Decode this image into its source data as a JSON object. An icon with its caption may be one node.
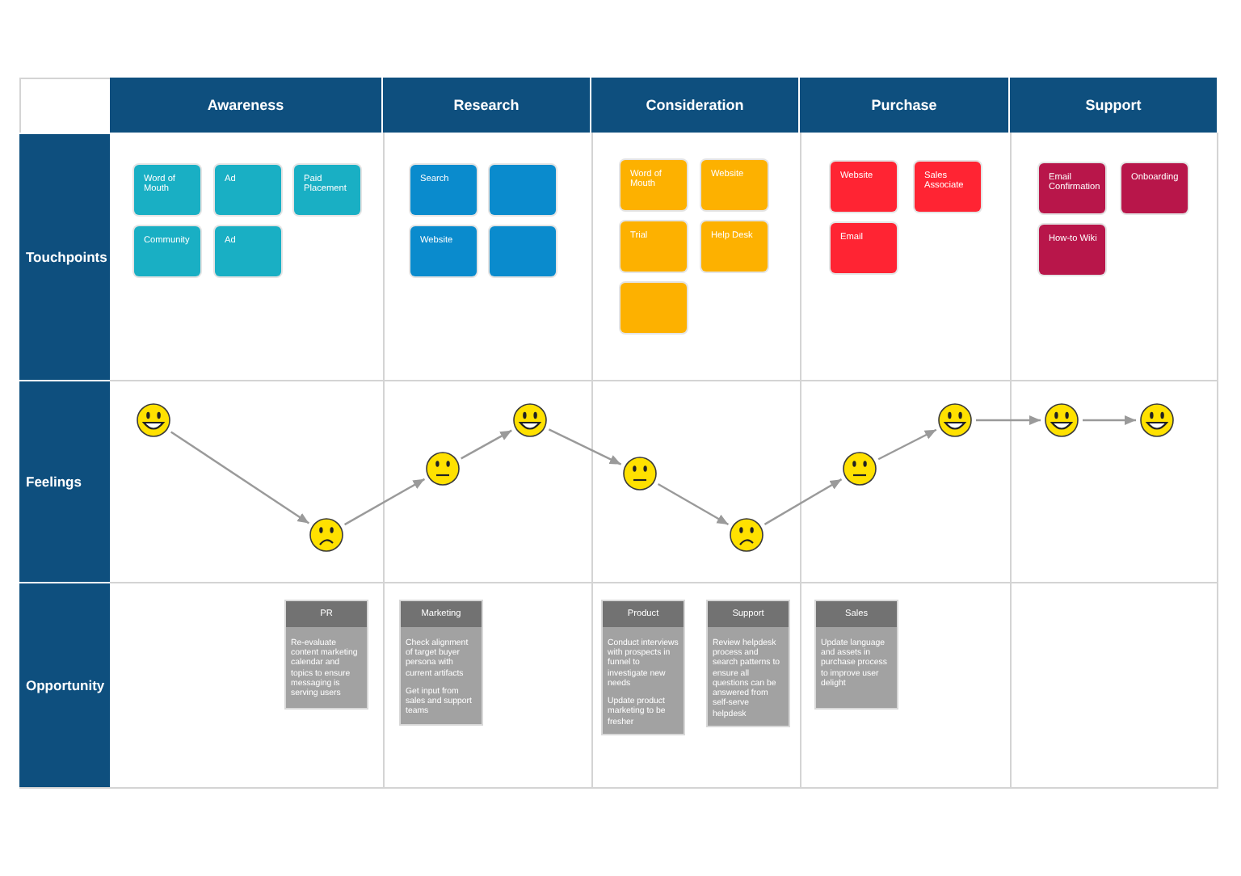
{
  "diagram": {
    "nodes": [
      {
        "text": [
          "Awareness"
        ]
      },
      {
        "text": [
          "Research"
        ]
      },
      {
        "text": [
          "Consideration"
        ]
      },
      {
        "text": [
          "Purchase"
        ]
      },
      {
        "text": [
          "Support"
        ]
      },
      {
        "text": [
          "Touchpoints"
        ]
      },
      {
        "text": [
          "Word of Mouth"
        ]
      },
      {
        "text": [
          "Ad"
        ]
      },
      {
        "text": [
          "Paid Placement"
        ]
      },
      {
        "text": [
          "Community"
        ]
      },
      {
        "text": [
          "Ad"
        ]
      },
      {
        "text": [
          "Search"
        ]
      },
      {
        "text": [],
        "shape": "box"
      },
      {
        "text": [
          "Website"
        ]
      },
      {
        "text": [],
        "shape": "box"
      },
      {
        "text": [
          "Word of Mouth"
        ]
      },
      {
        "text": [
          "Website"
        ]
      },
      {
        "text": [
          "Trial"
        ]
      },
      {
        "text": [
          "Help Desk"
        ]
      },
      {
        "text": [],
        "shape": "box"
      },
      {
        "text": [
          "Website"
        ]
      },
      {
        "text": [
          "Sales Associate"
        ]
      },
      {
        "text": [
          "Email"
        ]
      },
      {
        "text": [
          "Email Confirmation"
        ]
      },
      {
        "text": [
          "Onboarding"
        ]
      },
      {
        "text": [
          "How-to Wiki"
        ]
      },
      {
        "text": [
          "Feelings"
        ]
      },
      {
        "text": [],
        "shape": "picture"
      },
      {
        "text": [],
        "shape": "picture"
      },
      {
        "text": [],
        "shape": "picture"
      },
      {
        "text": [],
        "shape": "picture"
      },
      {
        "text": [],
        "shape": "picture"
      },
      {
        "text": [],
        "shape": "picture"
      },
      {
        "text": [],
        "shape": "picture"
      },
      {
        "text": [],
        "shape": "picture"
      },
      {
        "text": [],
        "shape": "picture"
      },
      {
        "text": [],
        "shape": "picture"
      },
      {
        "text": [
          "Opportunity"
        ]
      },
      {
        "text": [
          "PR",
          "Re-evaluate content marketing calendar and topics to ensure messaging is serving users"
        ]
      },
      {
        "text": [
          "Marketing",
          "Check alignment of target buyer persona with current artifacts",
          "Get input from sales and support teams"
        ]
      },
      {
        "text": [
          "Product",
          "Conduct interviews with prospects in funnel to investigate new needs",
          "Update product marketing to be fresher"
        ]
      },
      {
        "text": [
          "Support",
          "Review helpdesk process and search patterns to ensure all questions can be answered from self-serve helpdesk"
        ]
      },
      {
        "text": [
          "Sales",
          "Update language and assets in purchase process to improve user delight"
        ]
      }
    ],
    "edges": [
      {
        "from": 27,
        "to": 28,
        "arrow": "to"
      },
      {
        "from": 28,
        "to": 29,
        "arrow": "to"
      },
      {
        "from": 29,
        "to": 30,
        "arrow": "to"
      },
      {
        "from": 30,
        "to": 31,
        "arrow": "to"
      },
      {
        "from": 31,
        "to": 32,
        "arrow": "to"
      },
      {
        "from": 32,
        "to": 33,
        "arrow": "to"
      },
      {
        "from": 33,
        "to": 34,
        "arrow": "to"
      },
      {
        "from": 34,
        "to": 35,
        "arrow": "to"
      },
      {
        "from": 35,
        "to": 36,
        "arrow": "to"
      }
    ]
  }
}
